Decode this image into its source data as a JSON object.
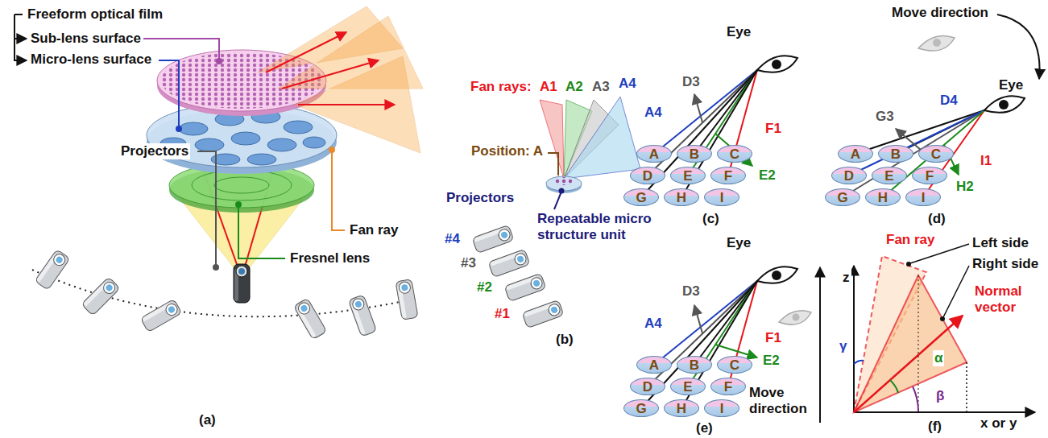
{
  "diagram": {
    "nodes": [
      {
        "text": [
          "A"
        ]
      },
      {
        "text": [
          "B"
        ]
      },
      {
        "text": [
          "C"
        ]
      },
      {
        "text": [
          "D"
        ]
      },
      {
        "text": [
          "E"
        ]
      },
      {
        "text": [
          "F"
        ]
      },
      {
        "text": [
          "G"
        ]
      },
      {
        "text": [
          "H"
        ]
      },
      {
        "text": [
          "I"
        ]
      },
      {
        "text": [
          "A"
        ]
      },
      {
        "text": [
          "B"
        ]
      },
      {
        "text": [
          "C"
        ]
      },
      {
        "text": [
          "D"
        ]
      },
      {
        "text": [
          "E"
        ]
      },
      {
        "text": [
          "F"
        ]
      },
      {
        "text": [
          "G"
        ]
      },
      {
        "text": [
          "H"
        ]
      },
      {
        "text": [
          "I"
        ]
      },
      {
        "text": [
          "A"
        ]
      },
      {
        "text": [
          "B"
        ]
      },
      {
        "text": [
          "C"
        ]
      },
      {
        "text": [
          "D"
        ]
      },
      {
        "text": [
          "E"
        ]
      },
      {
        "text": [
          "F"
        ]
      },
      {
        "text": [
          "G"
        ]
      },
      {
        "text": [
          "H"
        ]
      },
      {
        "text": [
          "I"
        ]
      }
    ],
    "labels": [
      "Freeform optical film",
      "Sub-lens surface",
      "Micro-lens surface",
      "Fan ray",
      "Projectors",
      "Fresnel lens",
      "(a)",
      "Fan rays:",
      "A1",
      "A2",
      "A3",
      "A4",
      "Position: A",
      "Projectors",
      "Repeatable micro structure unit",
      "#4",
      "#3",
      "#2",
      "#1",
      "(b)",
      "Eye",
      "D3",
      "A4",
      "F1",
      "E2",
      "(c)",
      "Move direction",
      "Eye",
      "G3",
      "D4",
      "I1",
      "H2",
      "(d)",
      "Eye",
      "D3",
      "A4",
      "F1",
      "E2",
      "Move direction",
      "(e)",
      "Fan ray",
      "Left side",
      "Right side",
      "z",
      "Normal vector",
      "α",
      "γ",
      "β",
      "x or y",
      "(f)"
    ]
  }
}
